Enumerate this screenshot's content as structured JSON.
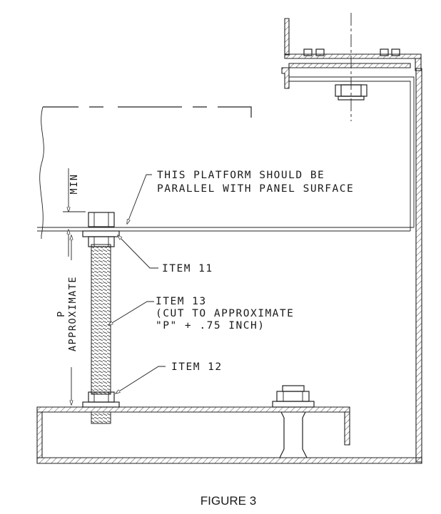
{
  "figure": {
    "caption": "FIGURE 3"
  },
  "labels": {
    "platform_line1": "THIS PLATFORM SHOULD BE",
    "platform_line2": "PARALLEL WITH PANEL SURFACE",
    "item11": "ITEM 11",
    "item13_line1": "ITEM 13",
    "item13_line2": "(CUT TO APPROXIMATE",
    "item13_line3": "\"P\" + .75 INCH)",
    "item12": "ITEM 12"
  },
  "dimensions": {
    "min_label": "MIN",
    "p_label": "P",
    "approx_label": "APPROXIMATE"
  },
  "colors": {
    "line": "#222222",
    "background": "#ffffff"
  }
}
